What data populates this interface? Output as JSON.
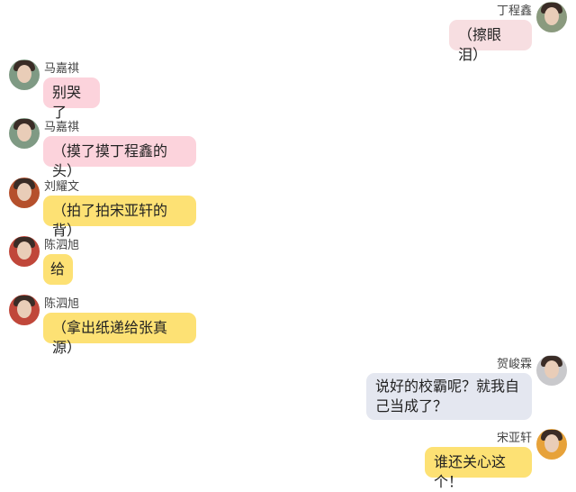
{
  "colors": {
    "pink_light": "#f7dee1",
    "pink": "#fcd3dc",
    "yellow": "#fde174",
    "grey": "#e4e7f0"
  },
  "messages": [
    {
      "sender": "丁程鑫",
      "text": "（擦眼泪）",
      "side": "right",
      "bubble_color": "#f7dee1"
    },
    {
      "sender": "马嘉祺",
      "text": "别哭了",
      "side": "left",
      "bubble_color": "#fcd3dc"
    },
    {
      "sender": "马嘉祺",
      "text": "（摸了摸丁程鑫的头）",
      "side": "left",
      "bubble_color": "#fcd3dc"
    },
    {
      "sender": "刘耀文",
      "text": "（拍了拍宋亚轩的背）",
      "side": "left",
      "bubble_color": "#fde174"
    },
    {
      "sender": "陈泗旭",
      "text": "给",
      "side": "left",
      "bubble_color": "#fde174"
    },
    {
      "sender": "陈泗旭",
      "text": "（拿出纸递给张真源）",
      "side": "left",
      "bubble_color": "#fde174"
    },
    {
      "sender": "贺峻霖",
      "text": "说好的校霸呢？就我自己当成了？",
      "side": "right",
      "bubble_color": "#e4e7f0"
    },
    {
      "sender": "宋亚轩",
      "text": "谁还关心这个！",
      "side": "right",
      "bubble_color": "#fde174"
    }
  ]
}
